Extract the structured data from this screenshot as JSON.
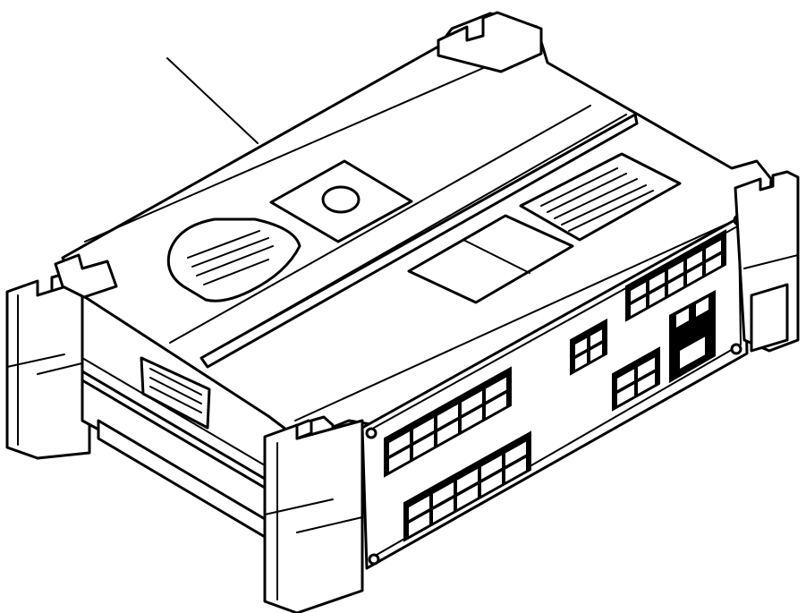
{
  "figure": {
    "type": "exploded-parts-illustration",
    "subject": "controller unit",
    "leader_line_count": 1,
    "label_text": ""
  },
  "colors": {
    "line": "#000000",
    "fill": "#ffffff"
  },
  "front_panel": {
    "connector_cells_top_row": 10,
    "connector_cells_bottom_row": 10,
    "connector_cells_upper_right": 10,
    "small_windows": 3
  }
}
